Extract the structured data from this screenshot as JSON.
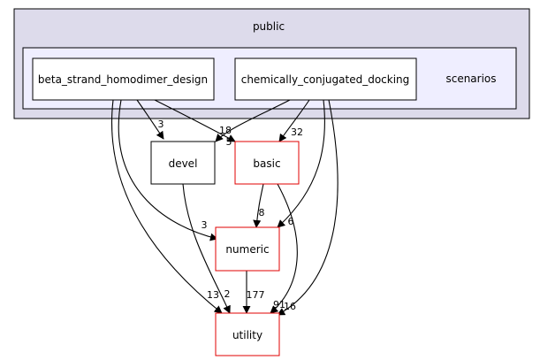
{
  "diagram": {
    "outer_folder": {
      "label": "public",
      "fill": "#dddbeb",
      "stroke": "#000000"
    },
    "inner_folder": {
      "label": "scenarios",
      "fill": "#efeeff",
      "stroke": "#000000"
    },
    "nodes": {
      "beta": {
        "label": "beta_strand_homodimer_design",
        "stroke": "#000000"
      },
      "chem": {
        "label": "chemically_conjugated_docking",
        "stroke": "#000000"
      },
      "devel": {
        "label": "devel",
        "stroke": "#000000"
      },
      "basic": {
        "label": "basic",
        "stroke": "#e00000"
      },
      "numeric": {
        "label": "numeric",
        "stroke": "#e00000"
      },
      "utility": {
        "label": "utility",
        "stroke": "#e00000"
      }
    },
    "edges": {
      "beta_devel": "3",
      "beta_basic": "18",
      "chem_devel": "5",
      "chem_basic": "32",
      "basic_numeric": "8",
      "chem_numeric": "6",
      "beta_numeric": "3",
      "beta_utility": "13",
      "devel_utility": "2",
      "numeric_utility": "177",
      "basic_utility": "91",
      "chem_utility": "16"
    }
  }
}
